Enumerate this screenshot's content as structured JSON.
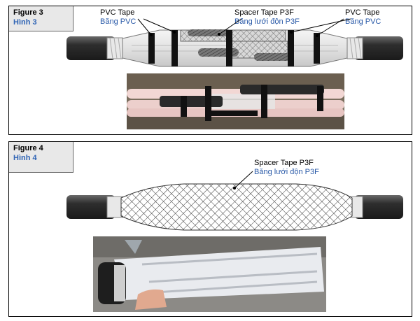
{
  "figure3": {
    "tag_en": "Figure 3",
    "tag_vi": "Hình 3",
    "label_left_en": "PVC Tape",
    "label_left_vi": "Băng PVC",
    "label_mid_en": "Spacer Tape P3F",
    "label_mid_vi": "Băng lưới độn P3F",
    "label_right_en": "PVC Tape",
    "label_right_vi": "Băng PVC"
  },
  "figure4": {
    "tag_en": "Figure 4",
    "tag_vi": "Hình 4",
    "label_en": "Spacer Tape P3F",
    "label_vi": "Băng lưới độn P3F"
  },
  "colors": {
    "cable_dark": "#3a3a3a",
    "sleeve": "#e6e6e6",
    "tape_black": "#111111",
    "label_blue": "#2a5aa8",
    "tag_bg": "#e8e8e8"
  }
}
